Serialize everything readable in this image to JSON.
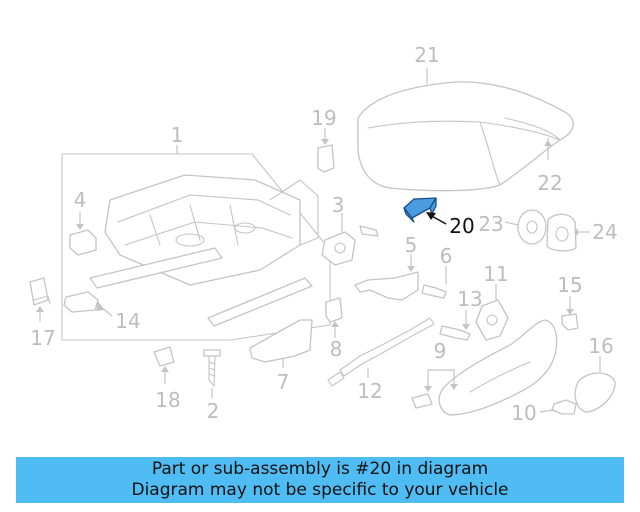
{
  "callouts": {
    "c1": "1",
    "c2": "2",
    "c3": "3",
    "c4": "4",
    "c5": "5",
    "c6": "6",
    "c7": "7",
    "c8": "8",
    "c9": "9",
    "c10": "10",
    "c11": "11",
    "c12": "12",
    "c13": "13",
    "c14": "14",
    "c15": "15",
    "c16": "16",
    "c17": "17",
    "c18": "18",
    "c19": "19",
    "c20": "20",
    "c21": "21",
    "c22": "22",
    "c23": "23",
    "c24": "24"
  },
  "highlight": {
    "part_number": "20",
    "color": "#4a9be0"
  },
  "banner": {
    "line1": "Part or sub-assembly is #20 in diagram",
    "line2": "Diagram may not be specific to your vehicle",
    "background": "#4fbdf3"
  }
}
